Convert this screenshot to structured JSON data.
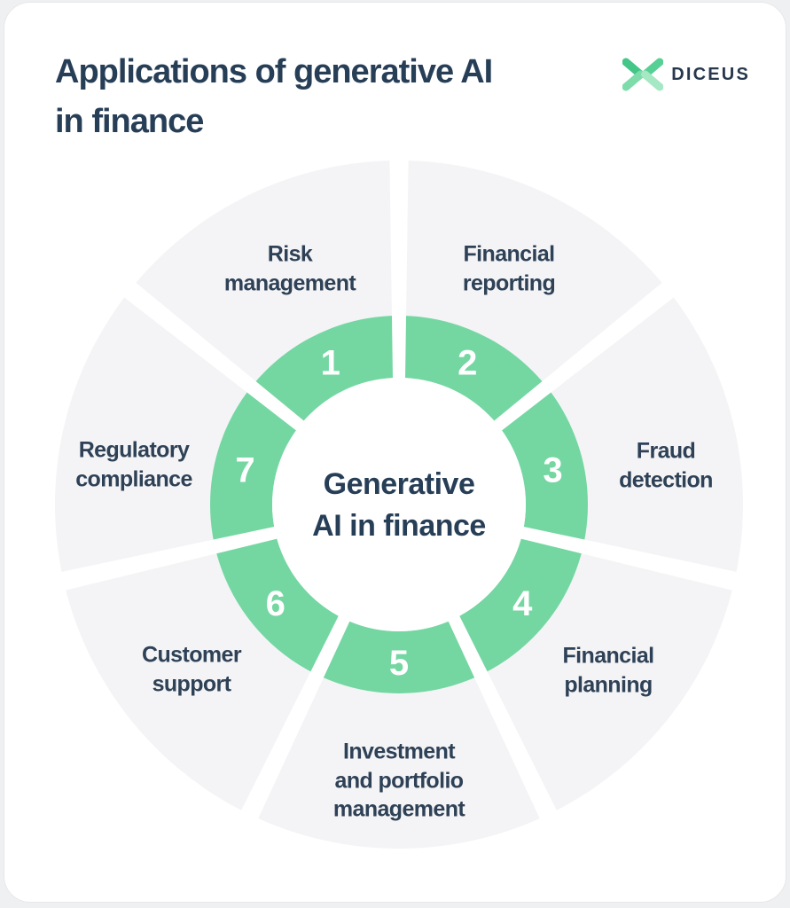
{
  "header": {
    "title": "Applications of generative AI\nin finance",
    "title_color": "#273e57",
    "logo": {
      "text": "DICEUS",
      "text_color": "#27384e",
      "wing_colors": {
        "left_top": "#43c688",
        "left_bottom": "#7edcab",
        "right_top": "#57d096",
        "right_bottom": "#a5e8c4"
      }
    }
  },
  "donut": {
    "center_label": "Generative\nAI in finance",
    "ring_color": "#74d7a2",
    "wedge_color": "#f4f4f6",
    "number_color": "#ffffff",
    "label_color": "#2e4156",
    "segments": [
      {
        "number": "1",
        "label": "Risk\nmanagement"
      },
      {
        "number": "2",
        "label": "Financial\nreporting"
      },
      {
        "number": "3",
        "label": "Fraud\ndetection"
      },
      {
        "number": "4",
        "label": "Financial\nplanning"
      },
      {
        "number": "5",
        "label": "Investment\nand portfolio\nmanagement"
      },
      {
        "number": "6",
        "label": "Customer\nsupport"
      },
      {
        "number": "7",
        "label": "Regulatory\ncompliance"
      }
    ]
  }
}
